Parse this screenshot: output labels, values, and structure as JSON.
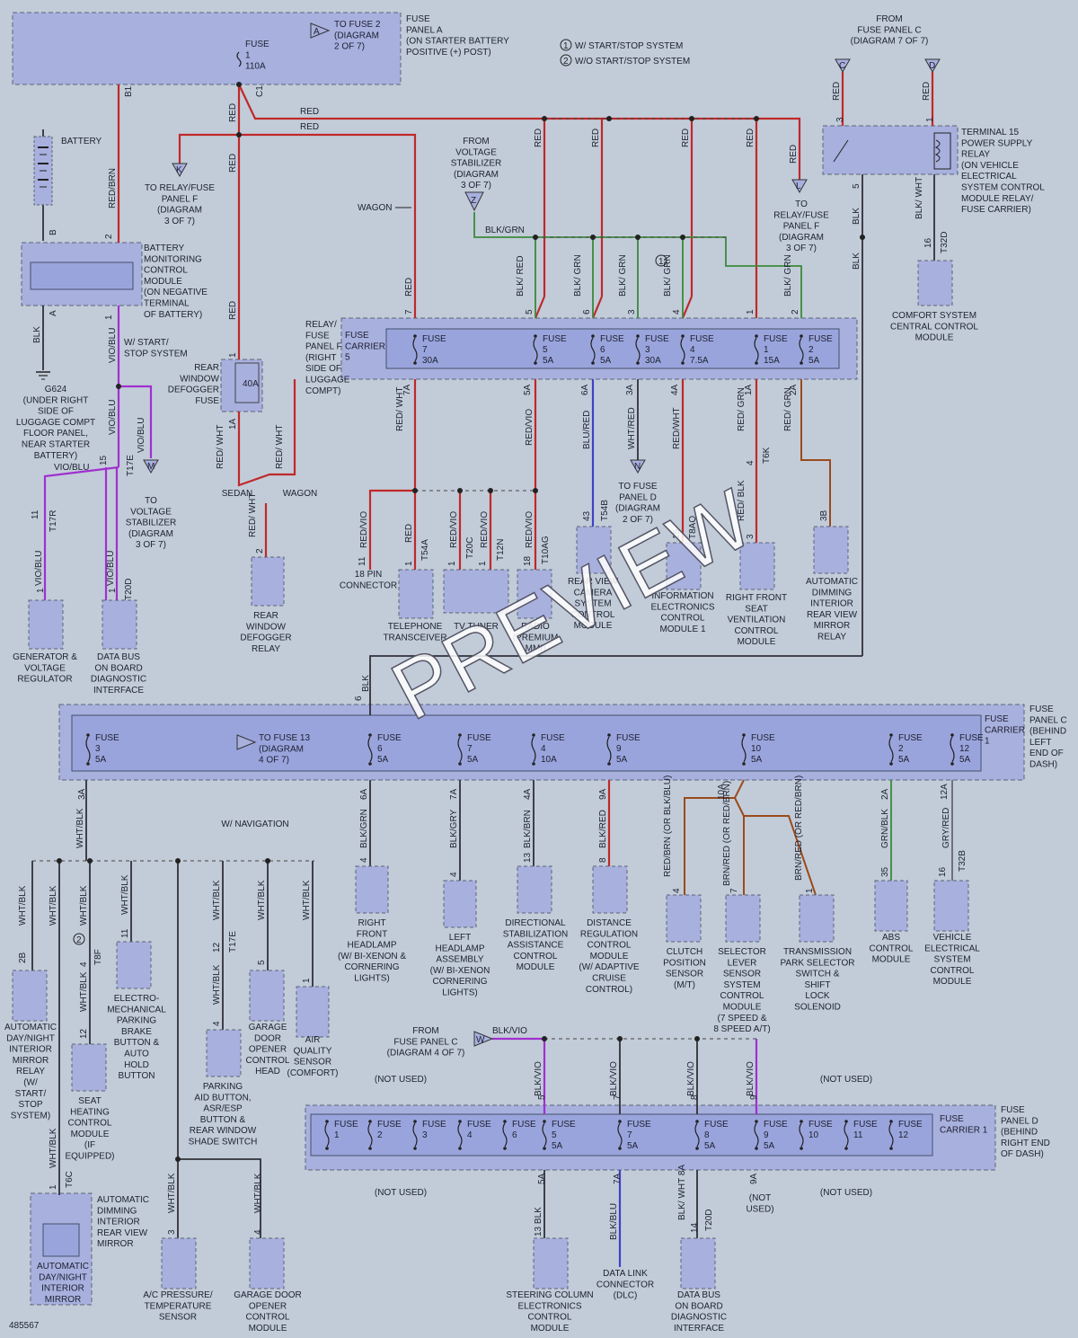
{
  "notes": [
    "W/ START/STOP SYSTEM",
    "W/O START/STOP SYSTEM"
  ],
  "note_numbers": [
    "1",
    "2"
  ],
  "panels": {
    "fpa": [
      "FUSE",
      "PANEL A",
      "(ON STARTER BATTERY",
      "POSITIVE (+) POST)"
    ],
    "fpa_fuse": [
      "FUSE",
      "1",
      "110A"
    ],
    "to_fuse2": [
      "TO FUSE 2",
      "(DIAGRAM",
      "2 OF 7)"
    ],
    "from_fpc_top": [
      "FROM",
      "FUSE PANEL C",
      "(DIAGRAM 7 OF 7)"
    ],
    "relay_f": [
      "RELAY/",
      "FUSE",
      "PANEL F",
      "(RIGHT",
      "SIDE OF",
      "LUGGAGE",
      "COMPT)"
    ],
    "fuse_carrier_5": [
      "FUSE",
      "CARRIER",
      "5"
    ],
    "fpc": [
      "FUSE",
      "PANEL C",
      "(BEHIND",
      "LEFT",
      "END OF",
      "DASH)"
    ],
    "fuse_carrier_1c": [
      "FUSE",
      "CARRIER",
      "1"
    ],
    "fpd": [
      "FUSE",
      "PANEL D",
      "(BEHIND",
      "RIGHT END",
      "OF DASH)"
    ],
    "fuse_carrier_1d": [
      "FUSE",
      "CARRIER 1"
    ],
    "to_fuse13": [
      "TO FUSE 13",
      "(DIAGRAM",
      "4 OF 7)"
    ],
    "from_fpc_bottom": [
      "FROM",
      "FUSE PANEL C",
      "(DIAGRAM 4 OF 7)"
    ]
  },
  "fuses_f": [
    {
      "num": "7",
      "amp": "30A"
    },
    {
      "num": "5",
      "amp": "5A"
    },
    {
      "num": "6",
      "amp": "5A"
    },
    {
      "num": "3",
      "amp": "30A"
    },
    {
      "num": "4",
      "amp": "7.5A"
    },
    {
      "num": "1",
      "amp": "15A"
    },
    {
      "num": "2",
      "amp": "5A"
    }
  ],
  "fuses_c": [
    {
      "num": "3",
      "amp": "5A"
    },
    {
      "num": "6",
      "amp": "5A"
    },
    {
      "num": "7",
      "amp": "5A"
    },
    {
      "num": "4",
      "amp": "10A"
    },
    {
      "num": "9",
      "amp": "5A"
    },
    {
      "num": "10",
      "amp": "5A"
    },
    {
      "num": "2",
      "amp": "5A"
    },
    {
      "num": "12",
      "amp": "5A"
    }
  ],
  "fuses_d": [
    {
      "num": "1",
      "amp": ""
    },
    {
      "num": "2",
      "amp": ""
    },
    {
      "num": "3",
      "amp": ""
    },
    {
      "num": "4",
      "amp": ""
    },
    {
      "num": "6",
      "amp": ""
    },
    {
      "num": "5",
      "amp": "5A"
    },
    {
      "num": "7",
      "amp": "5A"
    },
    {
      "num": "8",
      "amp": "5A"
    },
    {
      "num": "9",
      "amp": "5A"
    },
    {
      "num": "10",
      "amp": ""
    },
    {
      "num": "11",
      "amp": ""
    },
    {
      "num": "12",
      "amp": ""
    }
  ],
  "fuse_word": "FUSE",
  "not_used": "(NOT USED)",
  "not_used_split": [
    "(NOT",
    "USED)"
  ],
  "components": {
    "battery": [
      "BATTERY"
    ],
    "bmcm": [
      "BATTERY",
      "MONITORING",
      "CONTROL",
      "MODULE",
      "(ON NEGATIVE",
      "TERMINAL",
      "OF BATTERY)"
    ],
    "g624": [
      "G624",
      "(UNDER RIGHT",
      "SIDE OF",
      "LUGGAGE COMPT",
      "FLOOR PANEL,",
      "NEAR STARTER",
      "BATTERY)"
    ],
    "to_relay_k": [
      "TO RELAY/FUSE",
      "PANEL F",
      "(DIAGRAM",
      "3 OF 7)"
    ],
    "to_relay_l": [
      "TO",
      "RELAY/FUSE",
      "PANEL F",
      "(DIAGRAM",
      "3 OF 7)"
    ],
    "from_vstab": [
      "FROM",
      "VOLTAGE",
      "STABILIZER",
      "(DIAGRAM",
      "3 OF 7)"
    ],
    "terminal15": [
      "TERMINAL 15",
      "POWER SUPPLY",
      "RELAY",
      "(ON VEHICLE",
      "ELECTRICAL",
      "SYSTEM CONTROL",
      "MODULE RELAY/",
      "FUSE CARRIER)"
    ],
    "comfort": [
      "COMFORT SYSTEM",
      "CENTRAL CONTROL",
      "MODULE"
    ],
    "rwd_fuse": [
      "REAR",
      "WINDOW",
      "DEFOGGER",
      "FUSE"
    ],
    "rwd_fuse_amp": [
      "40A"
    ],
    "to_vstab": [
      "TO",
      "VOLTAGE",
      "STABILIZER",
      "(DIAGRAM",
      "3 OF 7)"
    ],
    "ws_start_stop": [
      "W/ START/",
      "STOP SYSTEM"
    ],
    "gen": [
      "GENERATOR &",
      "VOLTAGE",
      "REGULATOR"
    ],
    "dbus1": [
      "DATA BUS",
      "ON BOARD",
      "DIAGNOSTIC",
      "INTERFACE"
    ],
    "rwd_relay": [
      "REAR",
      "WINDOW",
      "DEFOGGER",
      "RELAY"
    ],
    "pin18": [
      "18 PIN",
      "CONNECTOR"
    ],
    "tel": [
      "TELEPHONE",
      "TRANSCEIVER"
    ],
    "tv": [
      "TV TUNER"
    ],
    "radio": [
      "RADIO",
      "(PREMIUM",
      "MMI)"
    ],
    "camera": [
      "REAR VIEW",
      "CAMERA",
      "SYSTEM",
      "CONTROL",
      "MODULE"
    ],
    "to_fpd_n": [
      "TO FUSE",
      "PANEL D",
      "(DIAGRAM",
      "2 OF 7)"
    ],
    "info": [
      "INFORMATION",
      "ELECTRONICS",
      "CONTROL",
      "MODULE 1"
    ],
    "rfseat": [
      "RIGHT FRONT",
      "SEAT",
      "VENTILATION",
      "CONTROL",
      "MODULE"
    ],
    "autodim_relay": [
      "AUTOMATIC",
      "DIMMING",
      "INTERIOR",
      "REAR VIEW",
      "MIRROR",
      "RELAY"
    ],
    "rfhead": [
      "RIGHT",
      "FRONT",
      "HEADLAMP",
      "(W/ BI-XENON &",
      "CORNERING",
      "LIGHTS)"
    ],
    "lhead": [
      "LEFT",
      "HEADLAMP",
      "ASSEMBLY",
      "(W/ BI-XENON",
      "CORNERING",
      "LIGHTS)"
    ],
    "dsac": [
      "DIRECTIONAL",
      "STABILIZATION",
      "ASSISTANCE",
      "CONTROL",
      "MODULE"
    ],
    "dist": [
      "DISTANCE",
      "REGULATION",
      "CONTROL",
      "MODULE",
      "(W/ ADAPTIVE",
      "CRUISE",
      "CONTROL)"
    ],
    "clutch": [
      "CLUTCH",
      "POSITION",
      "SENSOR",
      "(M/T)"
    ],
    "selector": [
      "SELECTOR",
      "LEVER",
      "SENSOR",
      "SYSTEM",
      "CONTROL",
      "MODULE",
      "(7 SPEED &",
      "8 SPEED A/T)"
    ],
    "trans": [
      "TRANSMISSION",
      "PARK SELECTOR",
      "SWITCH &",
      "SHIFT",
      "LOCK",
      "SOLENOID"
    ],
    "abs": [
      "ABS",
      "CONTROL",
      "MODULE"
    ],
    "vesc": [
      "VEHICLE",
      "ELECTRICAL",
      "SYSTEM",
      "CONTROL",
      "MODULE"
    ],
    "wnav": [
      "W/ NAVIGATION"
    ],
    "adnm_relay": [
      "AUTOMATIC",
      "DAY/NIGHT",
      "INTERIOR",
      "MIRROR",
      "RELAY",
      "(W/",
      "START/",
      "STOP",
      "SYSTEM)"
    ],
    "seat_heat": [
      "SEAT",
      "HEATING",
      "CONTROL",
      "MODULE",
      "(IF",
      "EQUIPPED)"
    ],
    "epb": [
      "ELECTRO-",
      "MECHANICAL",
      "PARKING",
      "BRAKE",
      "BUTTON &",
      "AUTO",
      "HOLD",
      "BUTTON"
    ],
    "pab": [
      "PARKING",
      "AID BUTTON,",
      "ASR/ESP",
      "BUTTON &",
      "REAR WINDOW",
      "SHADE SWITCH"
    ],
    "gdo_head": [
      "GARAGE",
      "DOOR",
      "OPENER",
      "CONTROL",
      "HEAD"
    ],
    "aqs": [
      "AIR",
      "QUALITY",
      "SENSOR",
      "(COMFORT)"
    ],
    "adim_mirror": [
      "AUTOMATIC",
      "DIMMING",
      "INTERIOR",
      "REAR VIEW",
      "MIRROR"
    ],
    "adn_mirror": [
      "AUTOMATIC",
      "DAY/NIGHT",
      "INTERIOR",
      "MIRROR"
    ],
    "ac": [
      "A/C PRESSURE/",
      "TEMPERATURE",
      "SENSOR"
    ],
    "gdo_mod": [
      "GARAGE DOOR",
      "OPENER",
      "CONTROL",
      "MODULE"
    ],
    "steer": [
      "STEERING COLUMN",
      "ELECTRONICS",
      "CONTROL",
      "MODULE"
    ],
    "dlc": [
      "DATA LINK",
      "CONNECTOR",
      "(DLC)"
    ],
    "dbus2": [
      "DATA BUS",
      "ON BOARD",
      "DIAGNOSTIC",
      "INTERFACE"
    ],
    "sedan": [
      "SEDAN"
    ],
    "wagon": [
      "WAGON"
    ]
  },
  "flags": {
    "A": "A",
    "C": "C",
    "D": "D",
    "K": "K",
    "L": "L",
    "Z": "Z",
    "M": "M",
    "N": "N",
    "W": "W"
  },
  "wire_labels": {
    "red": "RED",
    "red_brn": "RED/BRN",
    "blk": "BLK",
    "vio_blu": "VIO/BLU",
    "blk_grn": "BLK/GRN",
    "blk_grn_split": "BLK/ GRN",
    "blk_wht_split": "BLK/ WHT",
    "blk_red_split": "BLK/ RED",
    "red_wht_split": "RED/ WHT",
    "red_vio": "RED/VIO",
    "blu_red": "BLU/RED",
    "wht_red": "WHT/RED",
    "red_wht": "RED/WHT",
    "red_grn_split": "RED/ GRN",
    "red_blk": "RED/ BLK",
    "wht_blk": "WHT/BLK",
    "blk_gry": "BLK/GRY",
    "blk_brn": "BLK/BRN",
    "blk_red": "BLK/RED",
    "red_brn_blu": "RED/BRN (OR BLK/BLU)",
    "brn_red": "BRN/RED (OR RED/BRN)",
    "grn_blk": "GRN/BLK",
    "gry_red": "GRY/RED",
    "blk_vio": "BLK/VIO",
    "blk_blu": "BLK/BLU",
    "blk_wht_8a": "BLK/ WHT 8A",
    "wagon_arrow": "WAGON"
  },
  "connectors": {
    "c_t17r": "T17R",
    "c_t20d": "T20D",
    "c_t17e": "T17E",
    "c_t54a": "T54A",
    "c_t20c": "T20C",
    "c_t12n": "T12N",
    "c_t10ag": "T10AG",
    "c_t54b": "T54B",
    "c_t8aq": "T8AQ",
    "c_t6k": "T6K",
    "c_t32d": "T32D",
    "c_t8f": "T8F",
    "c_t32b": "T32B",
    "c_t6c": "T6C",
    "c_b1": "B1",
    "c_c1": "C1"
  },
  "pins": {
    "p2": "2",
    "p1": "1",
    "p3": "3",
    "p4": "4",
    "p5": "5",
    "p6": "6",
    "p7": "7",
    "p8": "8",
    "p9": "9",
    "p11": "11",
    "p12": "12",
    "p13": "13",
    "p14": "14",
    "p15": "15",
    "p16": "16",
    "p18": "18",
    "p28": "2B",
    "p3b": "3B",
    "p35": "35",
    "p43": "43",
    "p1a": "1A",
    "p2a": "2A",
    "p3a": "3A",
    "p4a": "4A",
    "p5a": "5A",
    "p6a": "6A",
    "p7a": "7A",
    "p9a": "9A",
    "p10a": "10A",
    "p12a": "12A",
    "p13blk": "13 BLK",
    "pB": "B",
    "pA": "A"
  },
  "diagram_id": "485567",
  "watermark": "PREVIEW"
}
